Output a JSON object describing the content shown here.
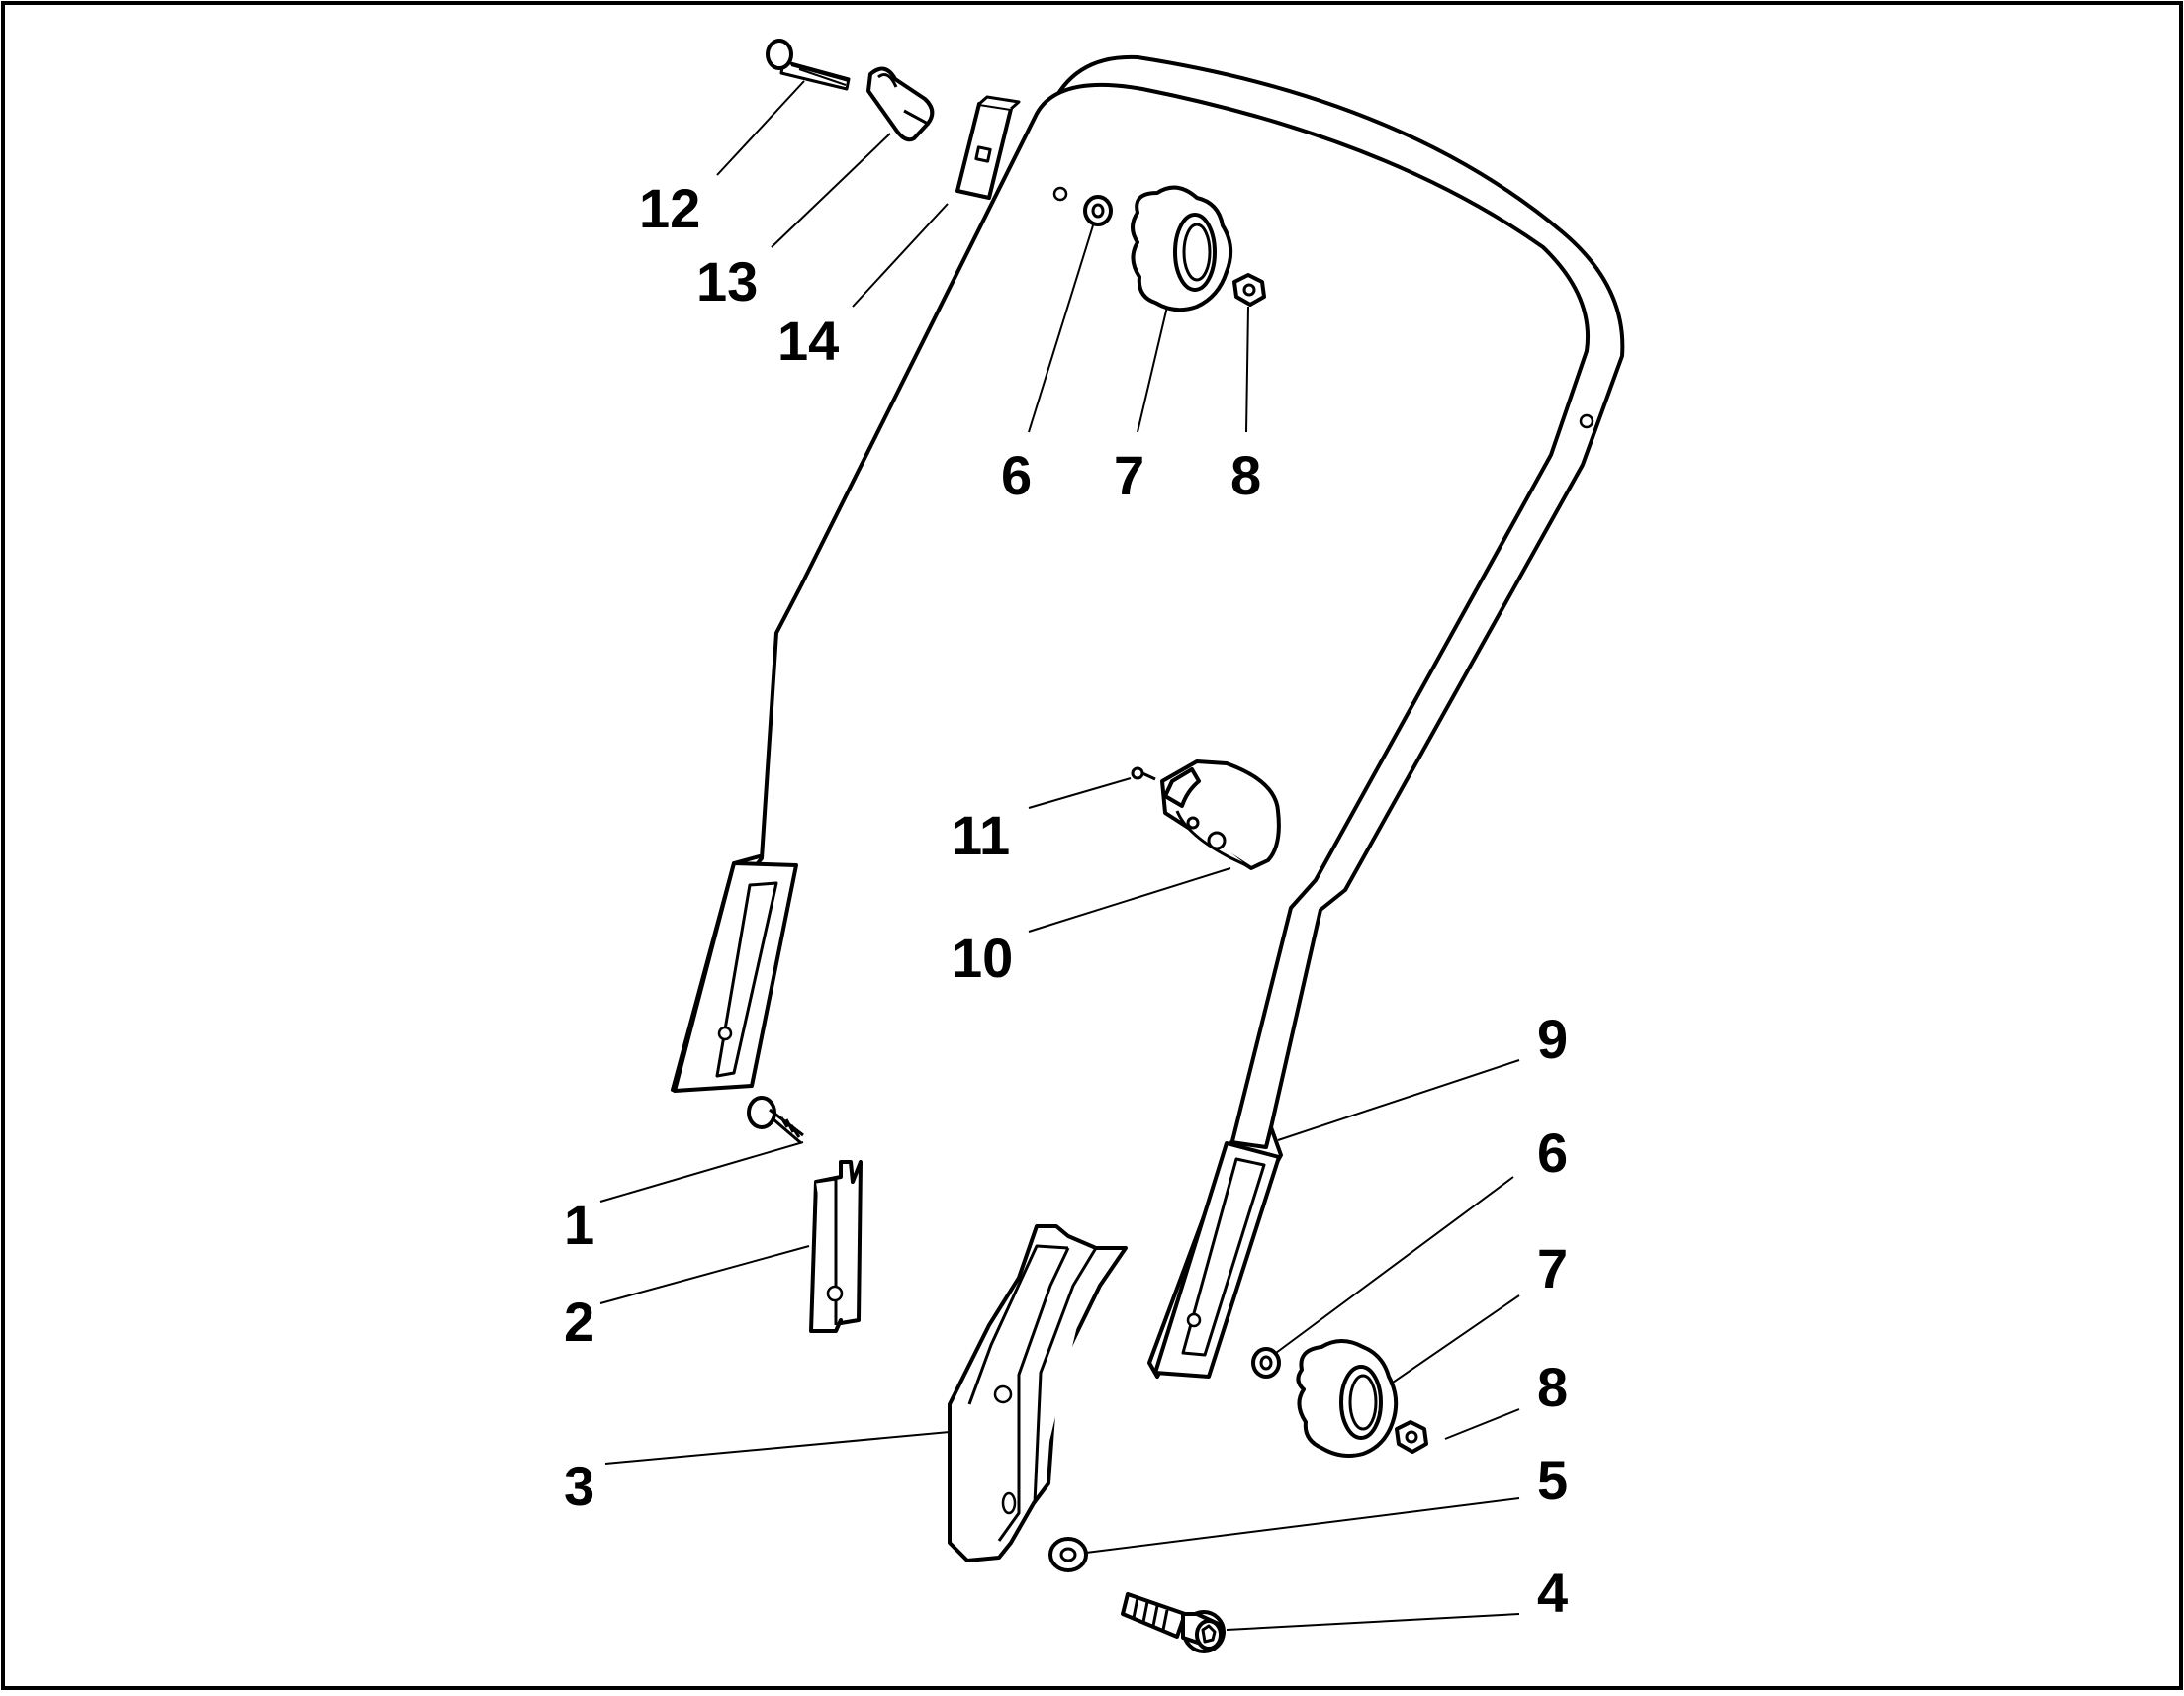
{
  "diagram": {
    "callouts": [
      {
        "id": "c12",
        "label": "12"
      },
      {
        "id": "c13",
        "label": "13"
      },
      {
        "id": "c14",
        "label": "14"
      },
      {
        "id": "c6a",
        "label": "6"
      },
      {
        "id": "c7a",
        "label": "7"
      },
      {
        "id": "c8a",
        "label": "8"
      },
      {
        "id": "c11",
        "label": "11"
      },
      {
        "id": "c10",
        "label": "10"
      },
      {
        "id": "c9",
        "label": "9"
      },
      {
        "id": "c1",
        "label": "1"
      },
      {
        "id": "c6b",
        "label": "6"
      },
      {
        "id": "c7b",
        "label": "7"
      },
      {
        "id": "c2",
        "label": "2"
      },
      {
        "id": "c8b",
        "label": "8"
      },
      {
        "id": "c5",
        "label": "5"
      },
      {
        "id": "c3",
        "label": "3"
      },
      {
        "id": "c4",
        "label": "4"
      }
    ]
  }
}
